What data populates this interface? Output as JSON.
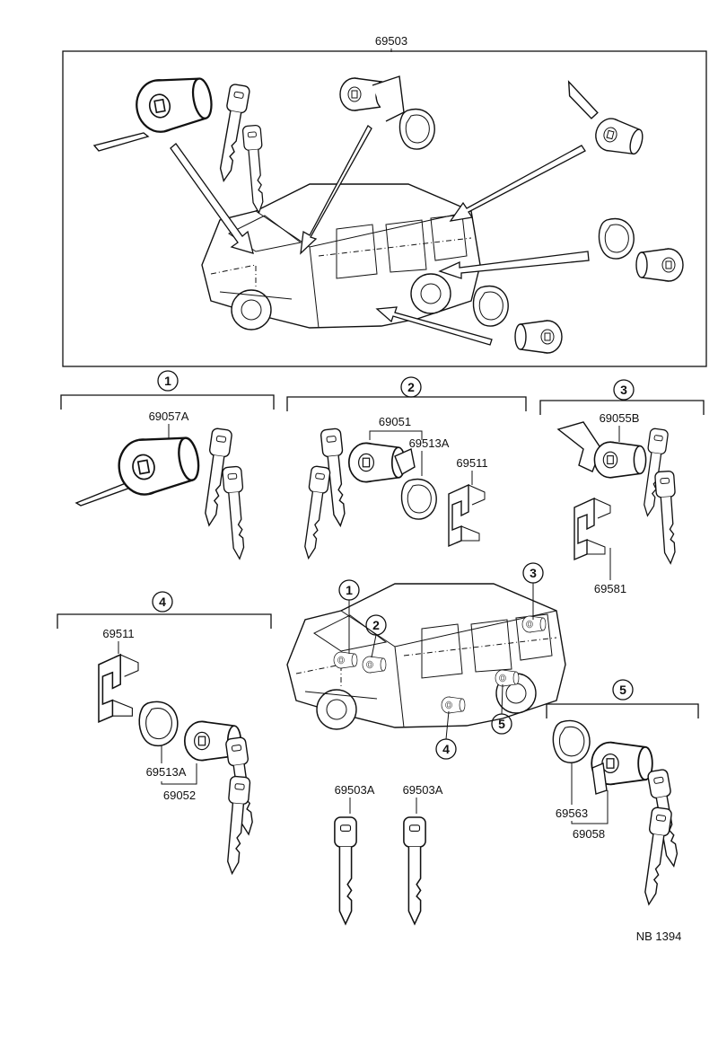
{
  "top": {
    "title_part": "69503"
  },
  "sections": [
    {
      "num": "1",
      "parts": [
        "69057A"
      ]
    },
    {
      "num": "2",
      "parts": [
        "69051",
        "69513A",
        "69511"
      ]
    },
    {
      "num": "3",
      "parts": [
        "69055B",
        "69581"
      ]
    },
    {
      "num": "4",
      "parts": [
        "69511",
        "69513A",
        "69052"
      ]
    },
    {
      "num": "5",
      "parts": [
        "69563",
        "69058"
      ]
    }
  ],
  "vehicle_callouts": [
    "1",
    "2",
    "3",
    "4",
    "5"
  ],
  "keys": [
    "69503A",
    "69503A"
  ],
  "footer": {
    "code": "NB  1394"
  }
}
